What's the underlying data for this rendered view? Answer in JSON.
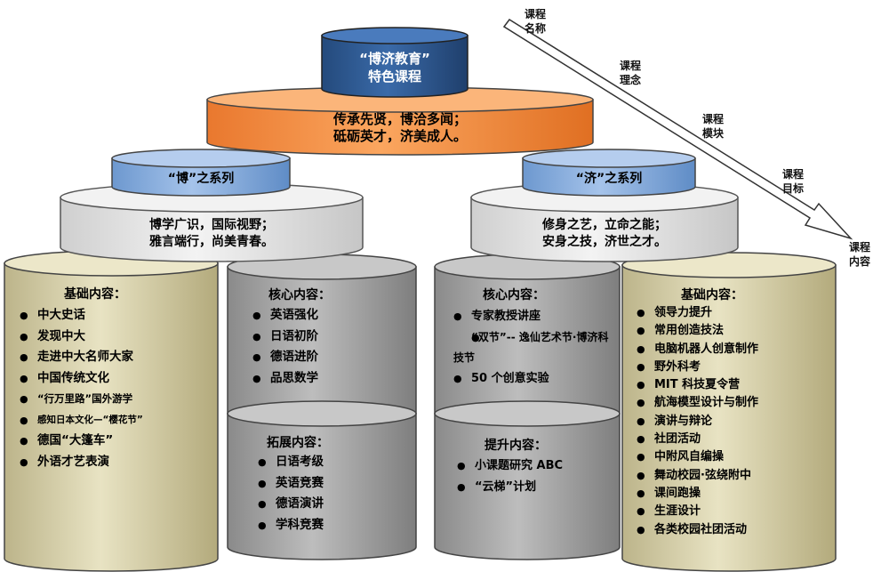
{
  "title": {
    "line1": "“博济教育”",
    "line2": "特色课程"
  },
  "philosophy": {
    "line1": "传承先贤，博洽多闻；",
    "line2": "砥砺英才，济美成人。"
  },
  "left_series": {
    "title": "“博”之系列",
    "goal_line1": "博学广识，国际视野；",
    "goal_line2": "雅言端行，尚美青春。",
    "basic": {
      "heading": "基础内容：",
      "items": [
        "中大史话",
        "发现中大",
        "走进中大名师大家",
        "中国传统文化",
        "“行万里路”国外游学",
        "感知日本文化—“樱花节”",
        "德国“大篷车”",
        "外语才艺表演"
      ]
    },
    "core": {
      "heading": "核心内容：",
      "items": [
        "英语强化",
        "日语初阶",
        "德语进阶",
        "品思数学"
      ]
    },
    "extended": {
      "heading": "拓展内容：",
      "items": [
        "日语考级",
        "英语竞赛",
        "德语演讲",
        "学科竞赛"
      ]
    }
  },
  "right_series": {
    "title": "“济”之系列",
    "goal_line1": "修身之艺，立命之能；",
    "goal_line2": "安身之技，济世之才。",
    "core": {
      "heading": "核心内容：",
      "items": [
        "专家教授讲座",
        "“双节”-- 逸仙艺术节·博济科技节",
        "50 个创意实验"
      ]
    },
    "advanced": {
      "heading": "提升内容：",
      "items": [
        "小课题研究 ABC",
        "“云梯”计划"
      ]
    },
    "basic": {
      "heading": "基础内容：",
      "items": [
        "领导力提升",
        "常用创造技法",
        "电脑机器人创意制作",
        "野外科考",
        "MIT 科技夏令营",
        "航海模型设计与制作",
        "演讲与辩论",
        "社团活动",
        "中附风自编操",
        "舞动校园·弦绕附中",
        "课间跑操",
        "生涯设计",
        "各类校园社团活动"
      ]
    }
  },
  "arrow_labels": [
    {
      "line1": "课程",
      "line2": "名称"
    },
    {
      "line1": "课程",
      "line2": "理念"
    },
    {
      "line1": "课程",
      "line2": "模块"
    },
    {
      "line1": "课程",
      "line2": "目标"
    },
    {
      "line1": "课程",
      "line2": "内容"
    }
  ],
  "colors": {
    "title": "#2f5b96",
    "philosophy": "#f79646",
    "series": "#7ea8dc",
    "goal": "#e6e6e6",
    "basic": "#ddd8b0",
    "core": "#a6a6a6"
  }
}
